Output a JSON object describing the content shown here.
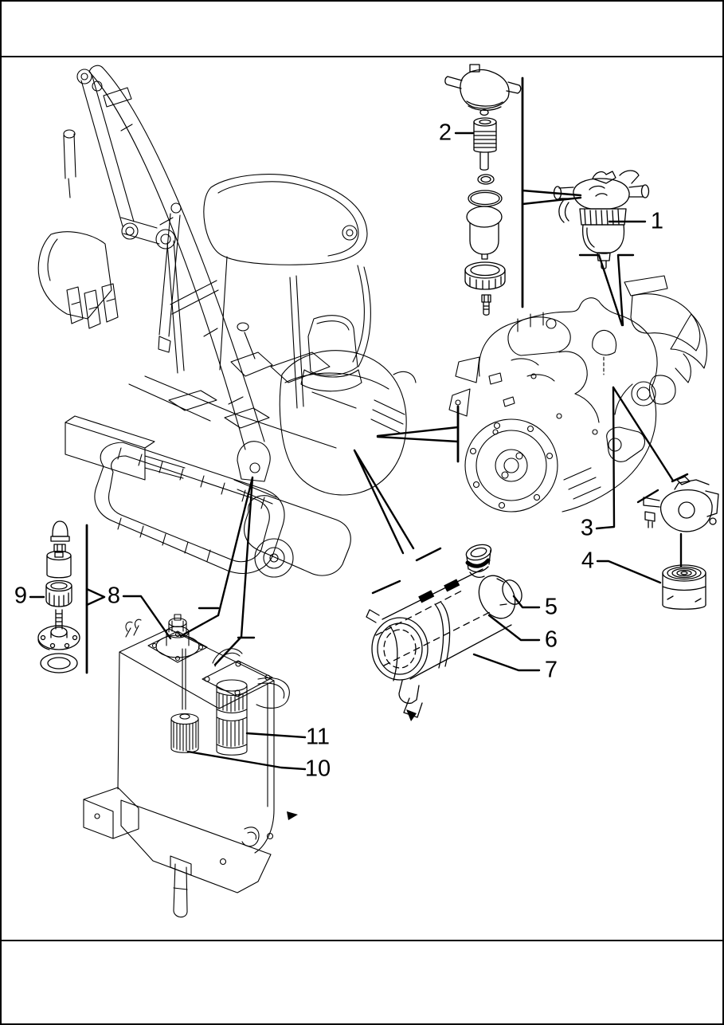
{
  "page": {
    "background": "#ffffff",
    "ink": "#000000",
    "header_text": "",
    "footer_text": "",
    "description": "Exploded parts diagram page: mini excavator with engine, fuel filter, air cleaner, hydraulic tank filters"
  },
  "callouts": [
    "1",
    "2",
    "3",
    "4",
    "5",
    "6",
    "7",
    "8",
    "9",
    "10",
    "11"
  ]
}
